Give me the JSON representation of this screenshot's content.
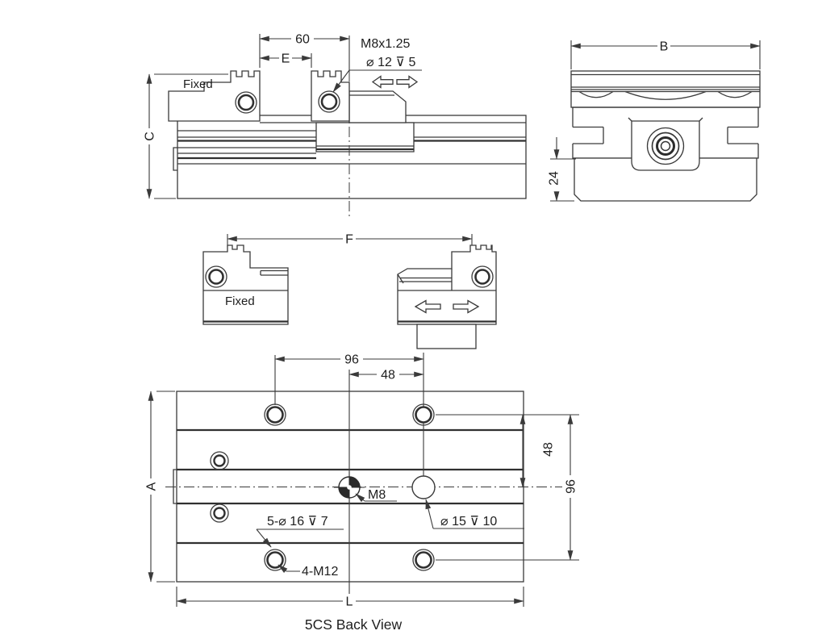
{
  "meta": {
    "caption": "5CS Back View"
  },
  "front_view": {
    "fixed_label": "Fixed",
    "dim_60": "60",
    "dim_e": "E",
    "thread_label": "M8x1.25",
    "hole_label": "⌀ 12 ⊽ 5",
    "dim_c": "C"
  },
  "end_view": {
    "dim_b": "B",
    "dim_24": "24"
  },
  "open_view": {
    "dim_f": "F",
    "fixed_label": "Fixed"
  },
  "back_view": {
    "dim_96_top": "96",
    "dim_48_top": "48",
    "dim_48_right": "48",
    "dim_96_right": "96",
    "dim_a": "A",
    "dim_l": "L",
    "m8_label": "M8",
    "cbore_label": "5-⌀ 16 ⊽ 7",
    "hole15_label": "⌀ 15 ⊽ 10",
    "m12_label": "4-M12"
  },
  "colors": {
    "line": "#3a3a3a",
    "text": "#1e1e1e",
    "fill_dark": "#2b2b2b",
    "background": "#ffffff"
  }
}
